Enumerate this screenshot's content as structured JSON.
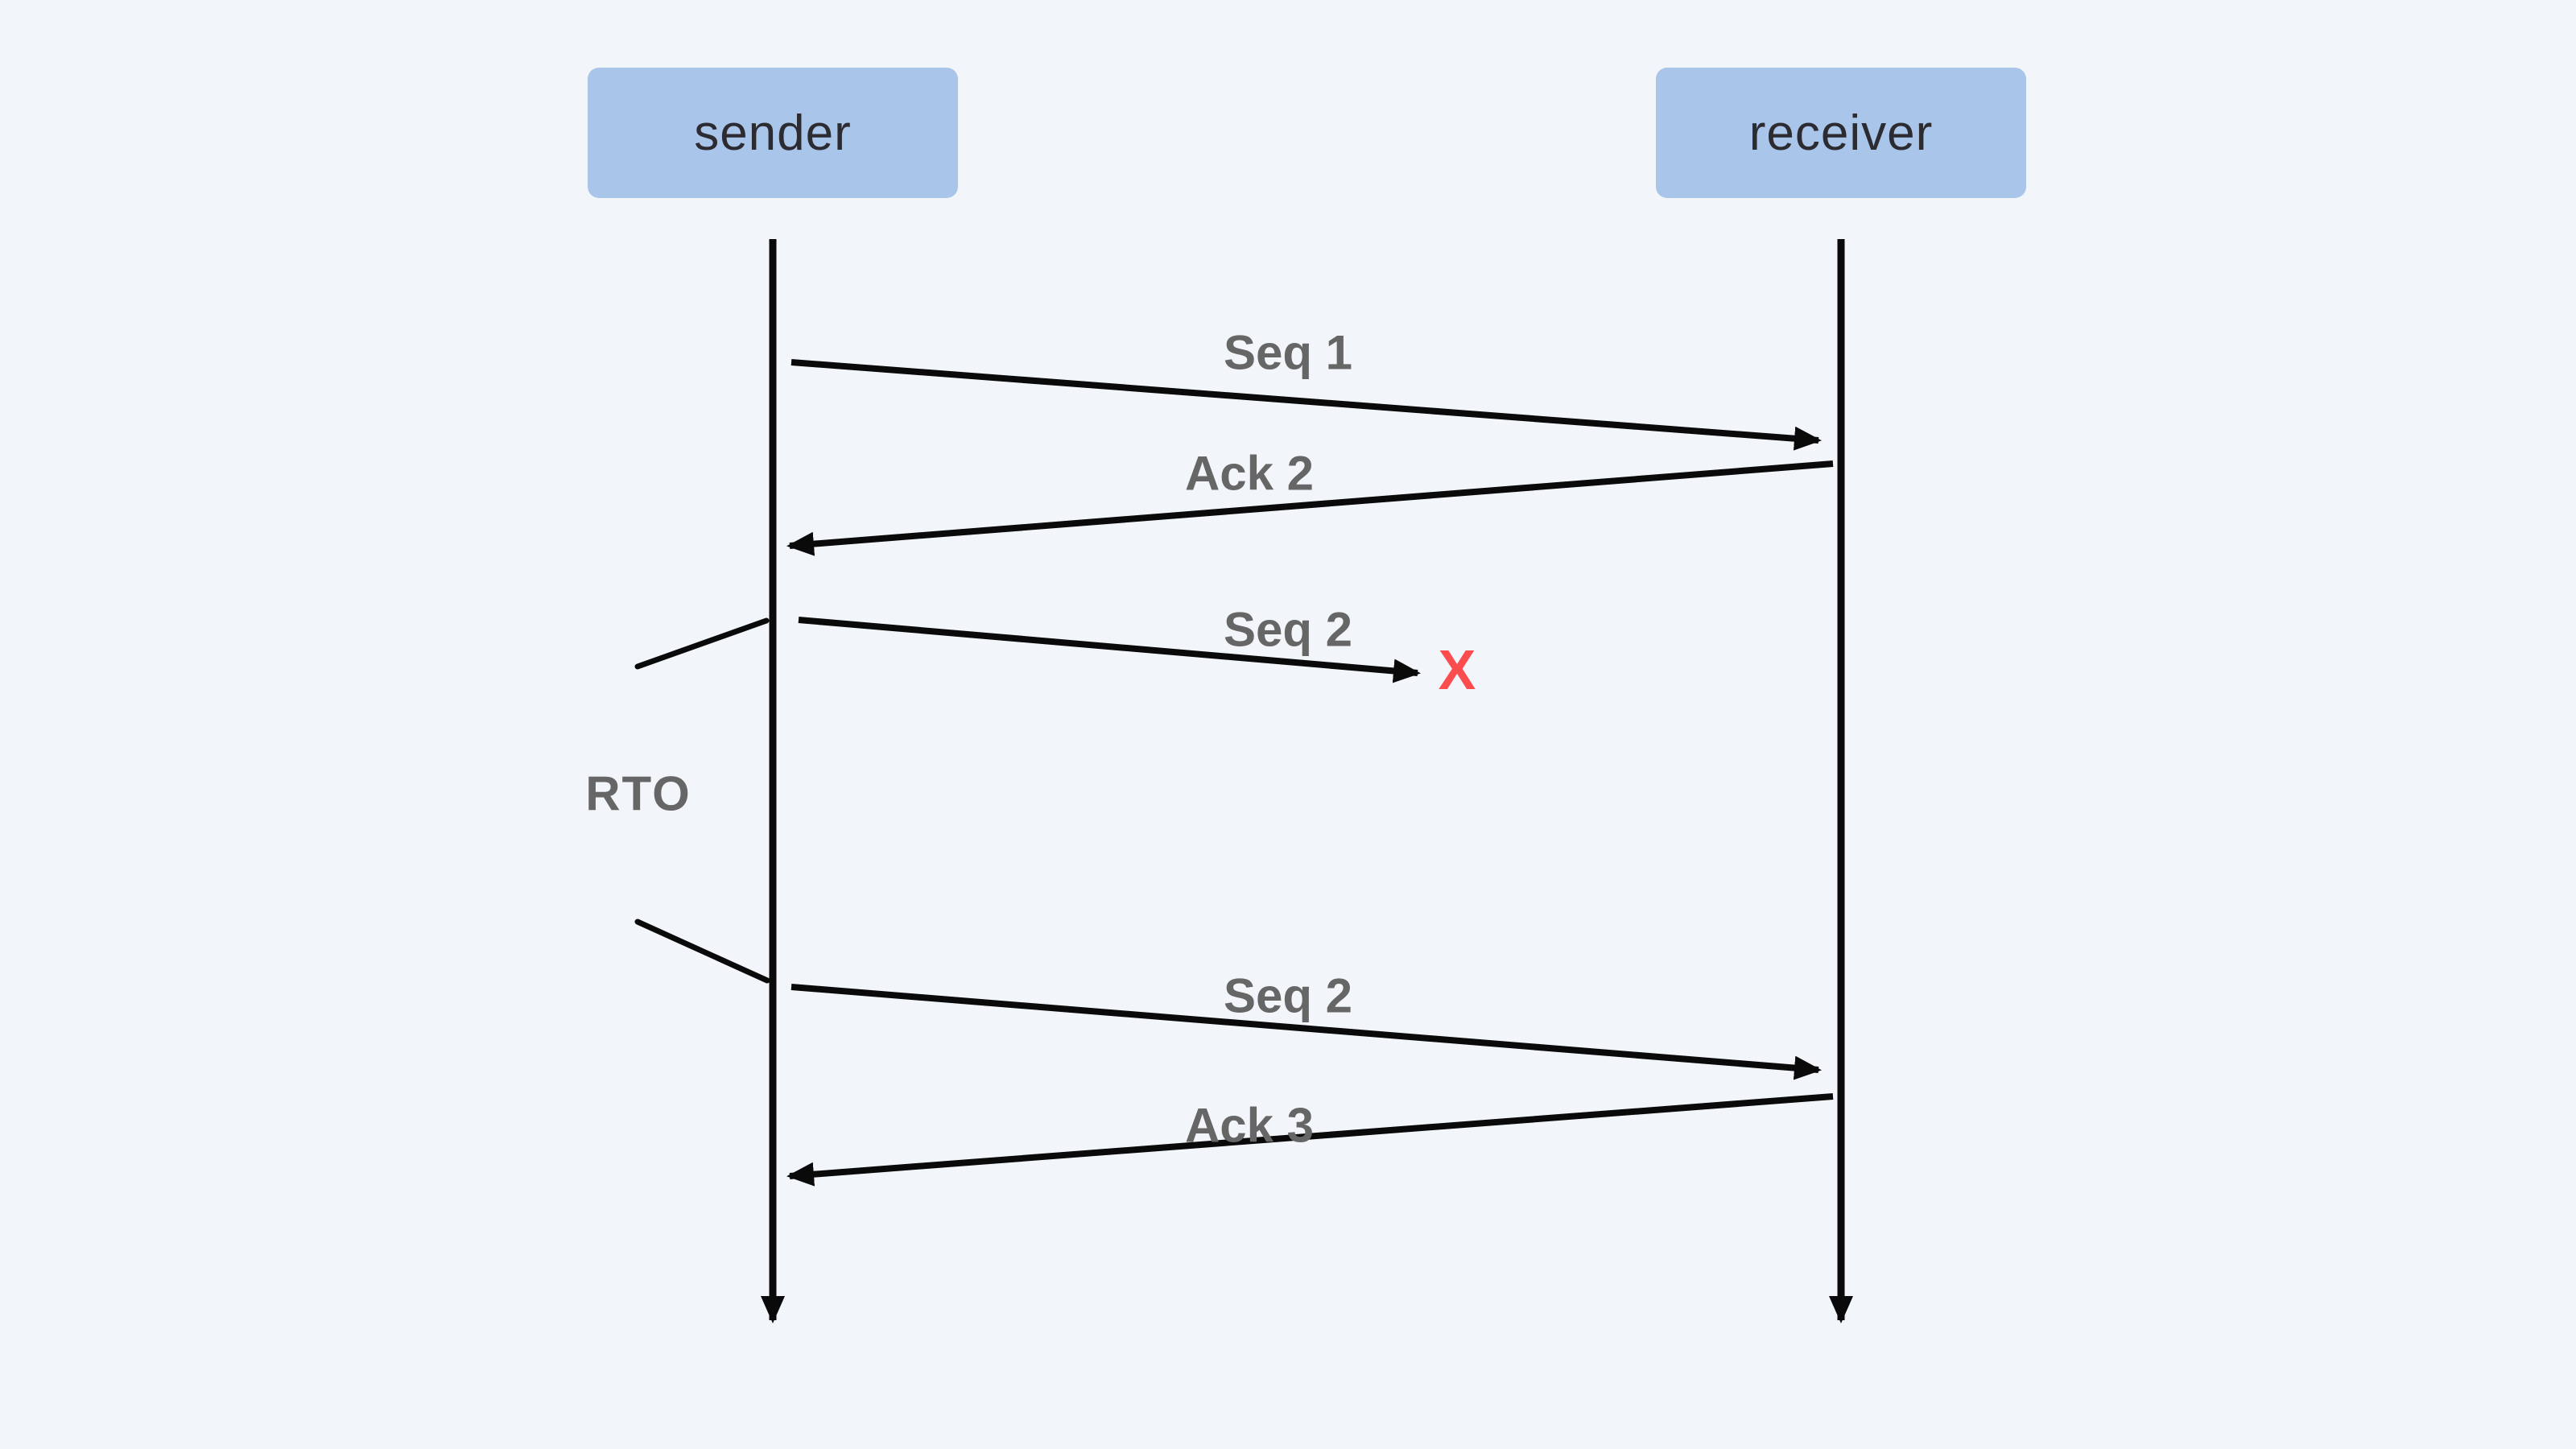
{
  "diagram": {
    "actors": [
      {
        "id": "sender",
        "label": "sender"
      },
      {
        "id": "receiver",
        "label": "receiver"
      }
    ],
    "messages": [
      {
        "label": "Seq 1",
        "from": "sender",
        "to": "receiver",
        "status": "delivered"
      },
      {
        "label": "Ack 2",
        "from": "receiver",
        "to": "sender",
        "status": "delivered"
      },
      {
        "label": "Seq 2",
        "from": "sender",
        "to": "receiver",
        "status": "lost",
        "loss_marker": "X"
      },
      {
        "label": "Seq 2",
        "from": "sender",
        "to": "receiver",
        "status": "delivered"
      },
      {
        "label": "Ack 3",
        "from": "receiver",
        "to": "sender",
        "status": "delivered"
      }
    ],
    "timer": {
      "label": "RTO"
    },
    "colors": {
      "background": "#F2F6FB",
      "actor_fill": "#A9C5E9",
      "actor_text": "#2B2B31",
      "line": "#0A0A0A",
      "label": "#666666",
      "loss": "#FB4D4D"
    }
  }
}
